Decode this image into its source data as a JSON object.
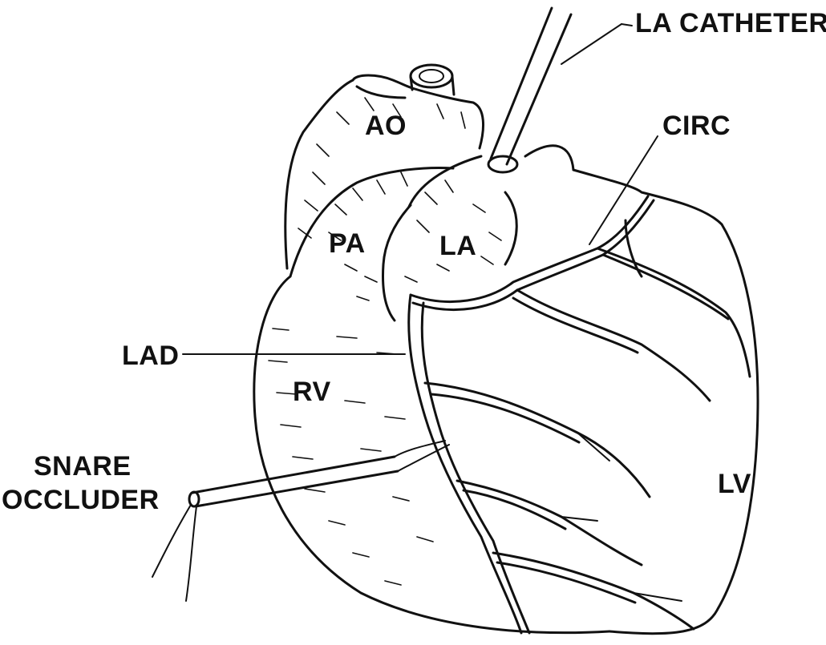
{
  "diagram": {
    "labels": {
      "la_catheter": "LA CATHETER",
      "circ": "CIRC",
      "ao": "AO",
      "pa": "PA",
      "la": "LA",
      "lad": "LAD",
      "rv": "RV",
      "lv": "LV",
      "snare_line1": "SNARE",
      "snare_line2": "OCCLUDER"
    }
  }
}
